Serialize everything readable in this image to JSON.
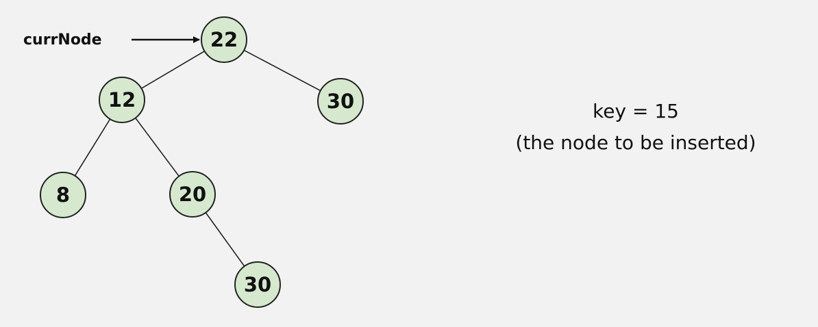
{
  "pointer_label": "currNode",
  "key_text": "key = 15",
  "key_caption": "(the node to be inserted)",
  "colors": {
    "node_fill": "#d6e9cf",
    "stroke": "#222222",
    "background": "#f2f2f2"
  },
  "tree": {
    "nodes": [
      {
        "id": "root",
        "value": "22"
      },
      {
        "id": "left",
        "value": "12"
      },
      {
        "id": "right",
        "value": "30"
      },
      {
        "id": "left-left",
        "value": "8"
      },
      {
        "id": "left-right",
        "value": "20"
      },
      {
        "id": "left-right-right",
        "value": "30"
      }
    ],
    "edges": [
      [
        "root",
        "left"
      ],
      [
        "root",
        "right"
      ],
      [
        "left",
        "left-left"
      ],
      [
        "left",
        "left-right"
      ],
      [
        "left-right",
        "left-right-right"
      ]
    ]
  }
}
